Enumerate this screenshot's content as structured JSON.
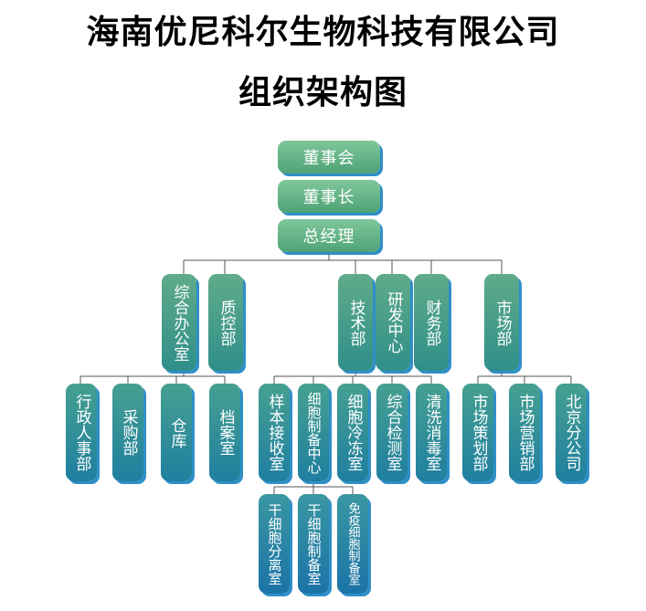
{
  "title": {
    "line1": "海南优尼科尔生物科技有限公司",
    "line2": "组织架构图"
  },
  "nodes": {
    "board": "董事会",
    "chairman": "董事长",
    "gm": "总经理",
    "admin_office": "综合办公室",
    "quality": "质控部",
    "tech": "技术部",
    "rnd": "研发中心",
    "finance": "财务部",
    "market": "市场部",
    "hr": "行政人事部",
    "purchase": "采购部",
    "warehouse": "仓库",
    "archive": "档案室",
    "sample_reception": "样本接收室",
    "cell_prep_center": "细胞制备中心",
    "cell_cryo": "细胞冷冻室",
    "lab_test": "综合检测室",
    "wash_disinfect": "清洗消毒室",
    "market_planning": "市场策划部",
    "market_sales": "市场营销部",
    "beijing_branch": "北京分公司",
    "stem_sep": "干细胞分离室",
    "stem_prep": "干细胞制备室",
    "immune_prep": "免疫细胞制备室"
  }
}
